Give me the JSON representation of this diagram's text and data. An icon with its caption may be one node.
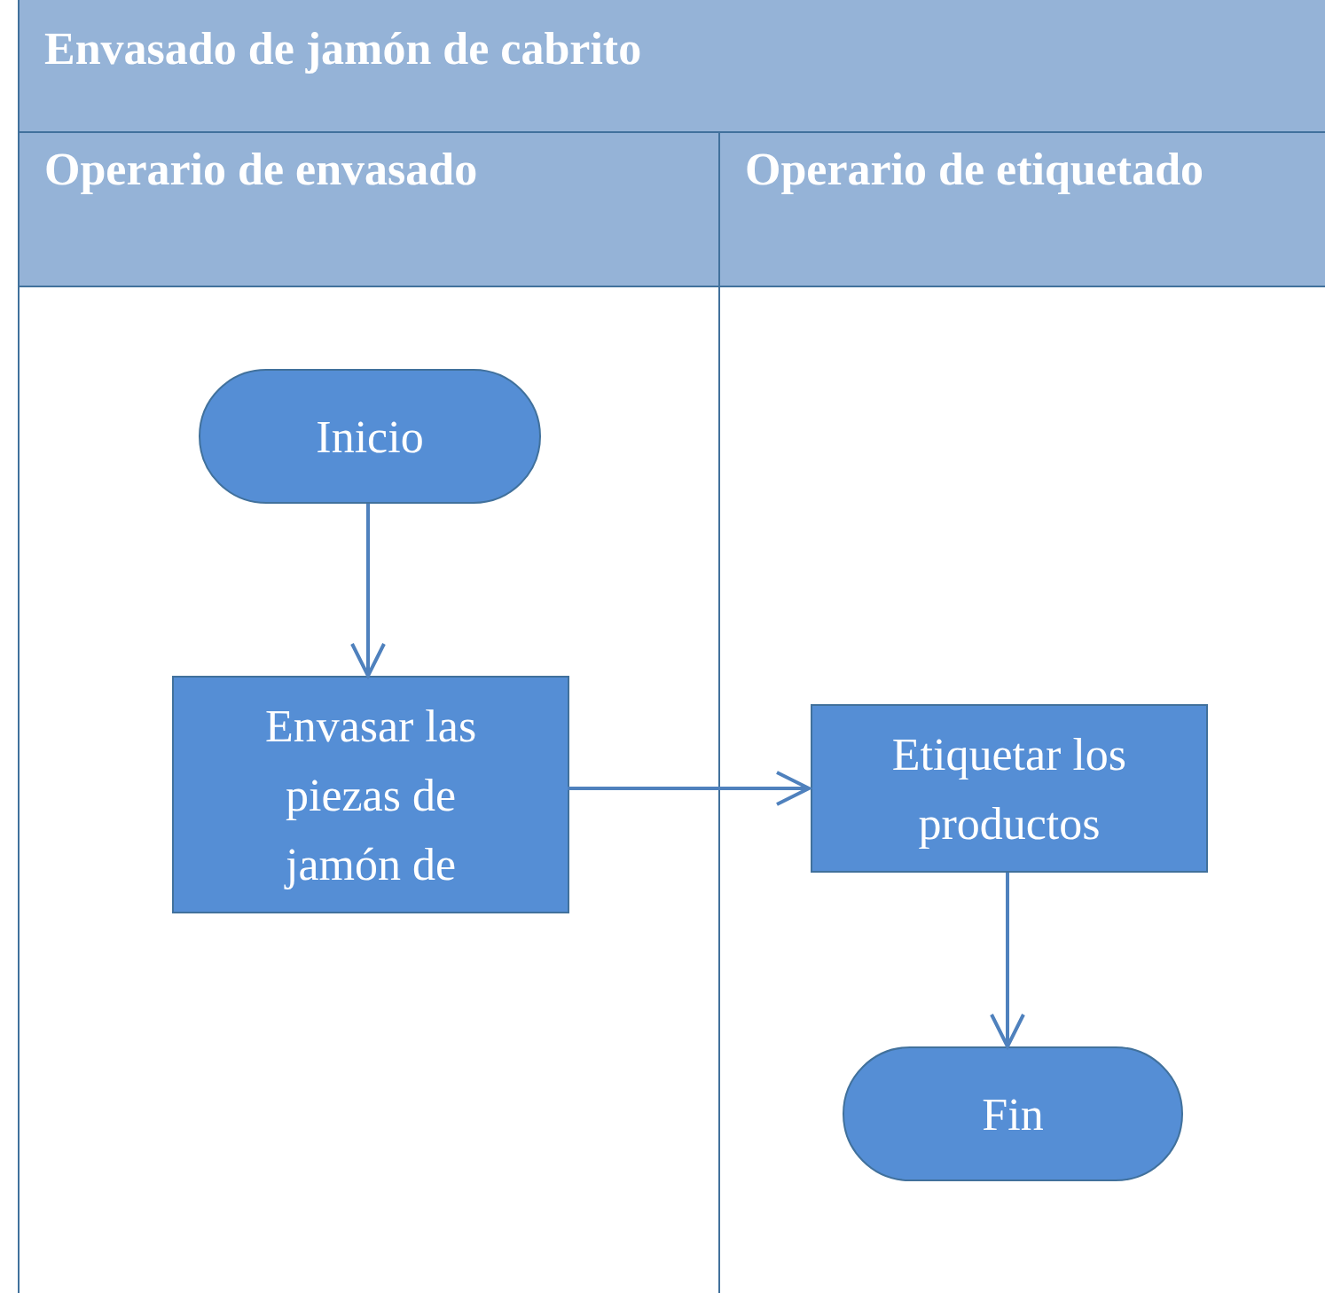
{
  "diagram": {
    "nodes": [
      {
        "text": [
          "Envasado de jamón de cabrito"
        ]
      },
      {
        "text": [
          "Operario de envasado"
        ],
        "in": 0
      },
      {
        "text": [
          "Operario de etiquetado"
        ],
        "in": 0
      },
      {
        "text": [
          "Inicio"
        ],
        "in": 1
      },
      {
        "text": [
          "Envasar las piezas de jamón de"
        ],
        "in": 1
      },
      {
        "text": [
          "Etiquetar los productos"
        ],
        "in": 2
      },
      {
        "text": [
          "Fin"
        ],
        "in": 2
      }
    ],
    "edges": [
      {
        "from": 3,
        "to": 4,
        "arrow": "to"
      },
      {
        "from": 4,
        "to": 5,
        "arrow": "to"
      },
      {
        "from": 5,
        "to": 6,
        "arrow": "to"
      }
    ]
  }
}
